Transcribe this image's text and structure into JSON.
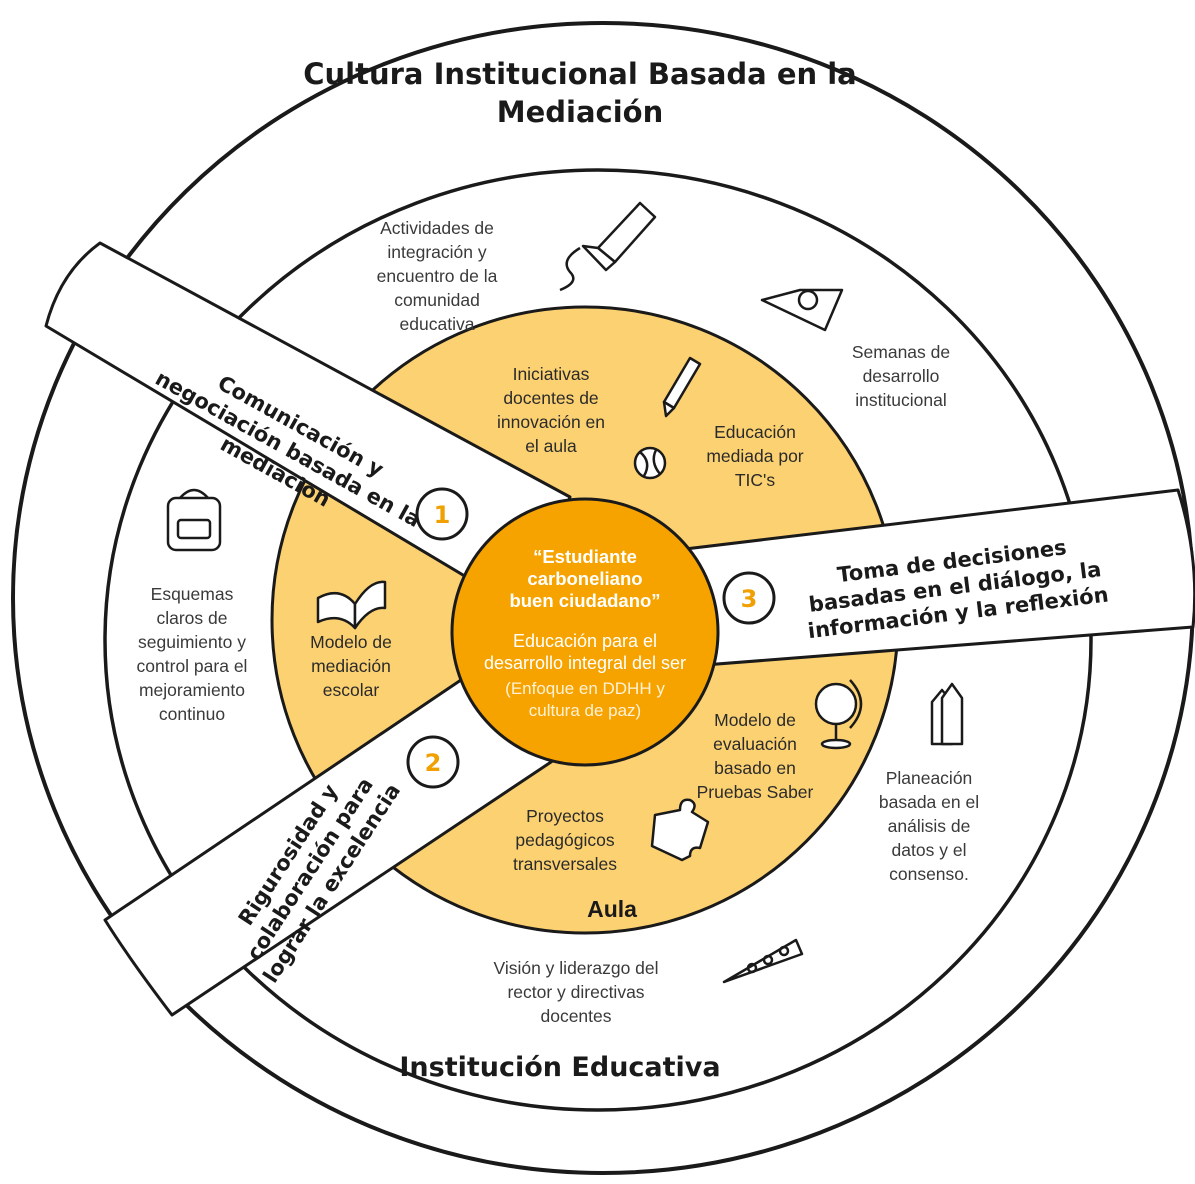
{
  "titles": {
    "outer": "Cultura Institucional Basada en la\nMediación",
    "institution": "Institución Educativa",
    "aula": "Aula"
  },
  "center": {
    "heading": "“Estudiante\ncarboneliano\nbuen ciudadano”",
    "subheading": "Educación para el\ndesarrollo integral del ser",
    "note": "(Enfoque en DDHH y\ncultura de paz)"
  },
  "bands": {
    "band1": "Comunicación y\nnegociación basada en la\nmediacion",
    "band2": "Rigurosidad y\ncolaboración para\nlograr la excelencia",
    "band3": "Toma de decisiones\nbasadas en el diálogo, la\ninformación y la reflexión"
  },
  "badges": {
    "b1": "1",
    "b2": "2",
    "b3": "3"
  },
  "inner_items": {
    "iniciativas": "Iniciativas\ndocentes de\ninnovación en\nel aula",
    "tic": "Educación\nmediada por\nTIC's",
    "modelo_mediacion": "Modelo de\nmediación\nescolar",
    "evaluacion": "Modelo de\nevaluación\nbasado en\nPruebas Saber",
    "proyectos": "Proyectos\npedagógicos\ntransversales"
  },
  "outer_items": {
    "actividades": "Actividades de\nintegración y\nencuentro de la\ncomunidad\neducativa",
    "semanas": "Semanas de\ndesarrollo\ninstitucional",
    "esquemas": "Esquemas\nclaros de\nseguimiento y\ncontrol para el\nmejoramiento\ncontinuo",
    "planeacion": "Planeación\nbasada en el\nanálisis de\ndatos y el\nconsenso.",
    "vision": "Visión y liderazgo del\nrector y directivas\ndocentes"
  },
  "icons": [
    "paint-tube-icon",
    "glue-bottle-icon",
    "pencil-icon",
    "ball-icon",
    "backpack-icon",
    "open-book-icon",
    "globe-icon",
    "crayons-icon",
    "puzzle-piece-icon",
    "chalk-icon"
  ],
  "colors": {
    "inner_ring": "#fcd171",
    "center": "#f6a300",
    "badge_number": "#f0a000",
    "stroke": "#1a1a1a"
  }
}
